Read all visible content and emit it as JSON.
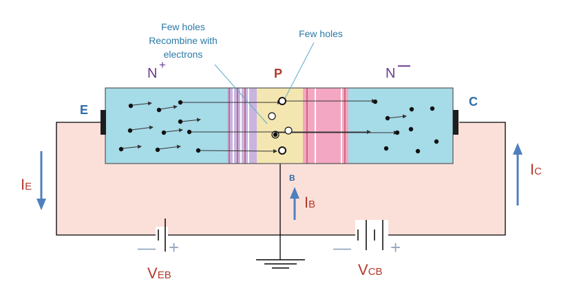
{
  "diagram": {
    "annotations": {
      "recombine_line1": "Few holes",
      "recombine_line2": "Recombine with",
      "recombine_line3": "electrons",
      "few_holes": "Few holes"
    },
    "regions": {
      "emitter_type": "N",
      "emitter_sign": "+",
      "base_type": "P",
      "collector_type": "N",
      "collector_sign": "—"
    },
    "terminals": {
      "emitter": "E",
      "collector": "C",
      "base": "B"
    },
    "currents": {
      "ie_main": "I",
      "ie_sub": "E",
      "ib_main": "I",
      "ib_sub": "B",
      "ic_main": "I",
      "ic_sub": "C"
    },
    "batteries": {
      "veb_main": "V",
      "veb_sub": "EB",
      "veb_minus": "—",
      "veb_plus": "+",
      "vcb_main": "V",
      "vcb_sub": "CB",
      "vcb_minus": "—",
      "vcb_plus": "+"
    },
    "colors": {
      "emitter_region": "#a6dbe8",
      "base_region": "#f3e6b0",
      "collector_region": "#a6dbe8",
      "depletion_left": "#c9b4e0",
      "depletion_right": "#f4a7c2",
      "circuit_fill": "#fbe0da",
      "arrow_blue": "#4f7fbd",
      "label_blue": "#2f6aa6",
      "label_red": "#b13a2c",
      "label_purple": "#6a3b8e",
      "terminal_dark": "#1e1e1e"
    }
  }
}
